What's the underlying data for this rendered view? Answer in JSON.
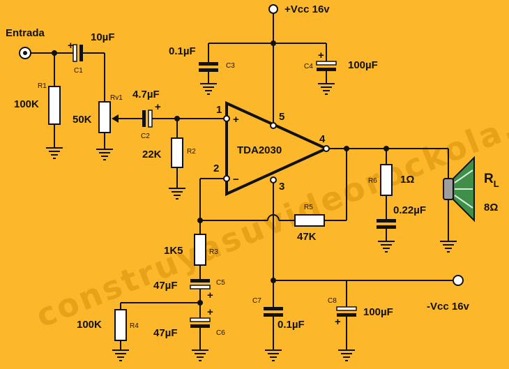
{
  "watermark": "construyasuvideorockola.com",
  "supply": {
    "positive": "+Vcc 16v",
    "negative": "-Vcc 16v"
  },
  "input": {
    "label": "Entrada"
  },
  "ic": {
    "name": "TDA2030",
    "pins": [
      "1",
      "2",
      "3",
      "4",
      "5"
    ],
    "plus_sign": "+",
    "minus_sign": "−"
  },
  "components": {
    "C1": {
      "ref": "C1",
      "value": "10µF",
      "pol": "+"
    },
    "R1": {
      "ref": "R1",
      "value": "100K"
    },
    "RV1": {
      "ref": "Rv1",
      "value": "50K"
    },
    "C2": {
      "ref": "C2",
      "value": "4.7µF",
      "pol": "+"
    },
    "R2": {
      "ref": "R2",
      "value": "22K"
    },
    "C3": {
      "ref": "C3",
      "value": "0.1µF"
    },
    "C4": {
      "ref": "C4",
      "value": "100µF",
      "pol": "+"
    },
    "R6": {
      "ref": "R6",
      "value": "1Ω"
    },
    "C_zobel": {
      "value": "0.22µF"
    },
    "R5": {
      "ref": "R5",
      "value": "47K"
    },
    "R3": {
      "ref": "R3",
      "value": "1K5"
    },
    "C5": {
      "ref": "C5",
      "value": "47µF",
      "pol": "+"
    },
    "R4": {
      "ref": "R4",
      "value": "100K"
    },
    "C6": {
      "ref": "C6",
      "value": "47µF",
      "pol": "+"
    },
    "C7": {
      "ref": "C7",
      "value": "0.1µF"
    },
    "C8": {
      "ref": "C8",
      "value": "100µF",
      "pol": "+"
    }
  },
  "speaker": {
    "ref_main": "R",
    "ref_sub": "L",
    "value": "8Ω"
  },
  "colors": {
    "background": "#FDB72B",
    "wire": "#111111",
    "watermark": "#e8a21a",
    "cap_fill": "#ffffff",
    "speaker_green": "#3f8f4a"
  }
}
